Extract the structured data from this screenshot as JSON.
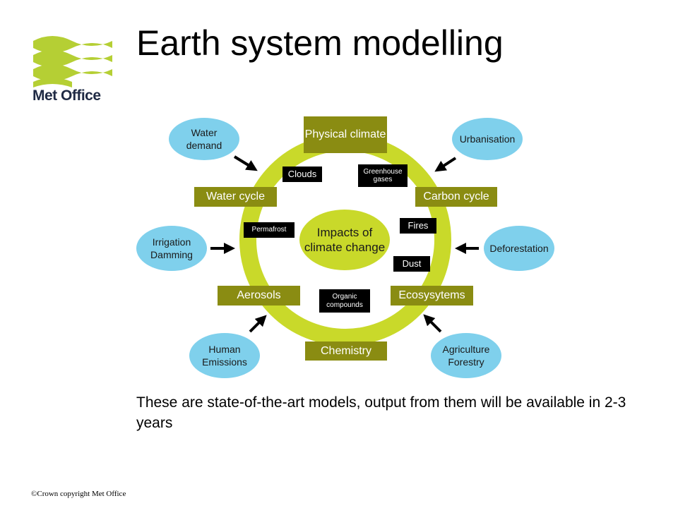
{
  "slide": {
    "title": "Earth system modelling",
    "logo_text": "Met Office",
    "caption": "These are state-of-the-art models, output from them will be available in 2-3 years",
    "copyright": "©Crown copyright   Met Office"
  },
  "diagram": {
    "center": "Impacts of climate change",
    "ring_components": [
      {
        "id": "physical-climate",
        "label": "Physical climate"
      },
      {
        "id": "carbon-cycle",
        "label": "Carbon cycle"
      },
      {
        "id": "ecosystems",
        "label": "Ecosysytems"
      },
      {
        "id": "chemistry",
        "label": "Chemistry"
      },
      {
        "id": "aerosols",
        "label": "Aerosols"
      },
      {
        "id": "water-cycle",
        "label": "Water cycle"
      }
    ],
    "processes": [
      {
        "id": "clouds",
        "label": "Clouds"
      },
      {
        "id": "greenhouse-gases",
        "label": "Greenhouse gases"
      },
      {
        "id": "permafrost",
        "label": "Permafrost"
      },
      {
        "id": "fires",
        "label": "Fires"
      },
      {
        "id": "dust",
        "label": "Dust"
      },
      {
        "id": "organic-compounds",
        "label": "Organic compounds"
      }
    ],
    "drivers": [
      {
        "id": "water-demand",
        "label": "Water demand"
      },
      {
        "id": "urbanisation",
        "label": "Urbanisation"
      },
      {
        "id": "irrigation-damming",
        "label": "Irrigation Damming"
      },
      {
        "id": "deforestation",
        "label": "Deforestation"
      },
      {
        "id": "human-emissions",
        "label": "Human Emissions"
      },
      {
        "id": "agriculture-forestry",
        "label": "Agriculture Forestry"
      }
    ],
    "colors": {
      "ring": "#c9d92a",
      "component_box": "#8a8c12",
      "driver_ellipse": "#7fd0ec",
      "process_box": "#000000",
      "logo_green": "#b5cf34",
      "logo_text": "#1f2a44"
    }
  }
}
